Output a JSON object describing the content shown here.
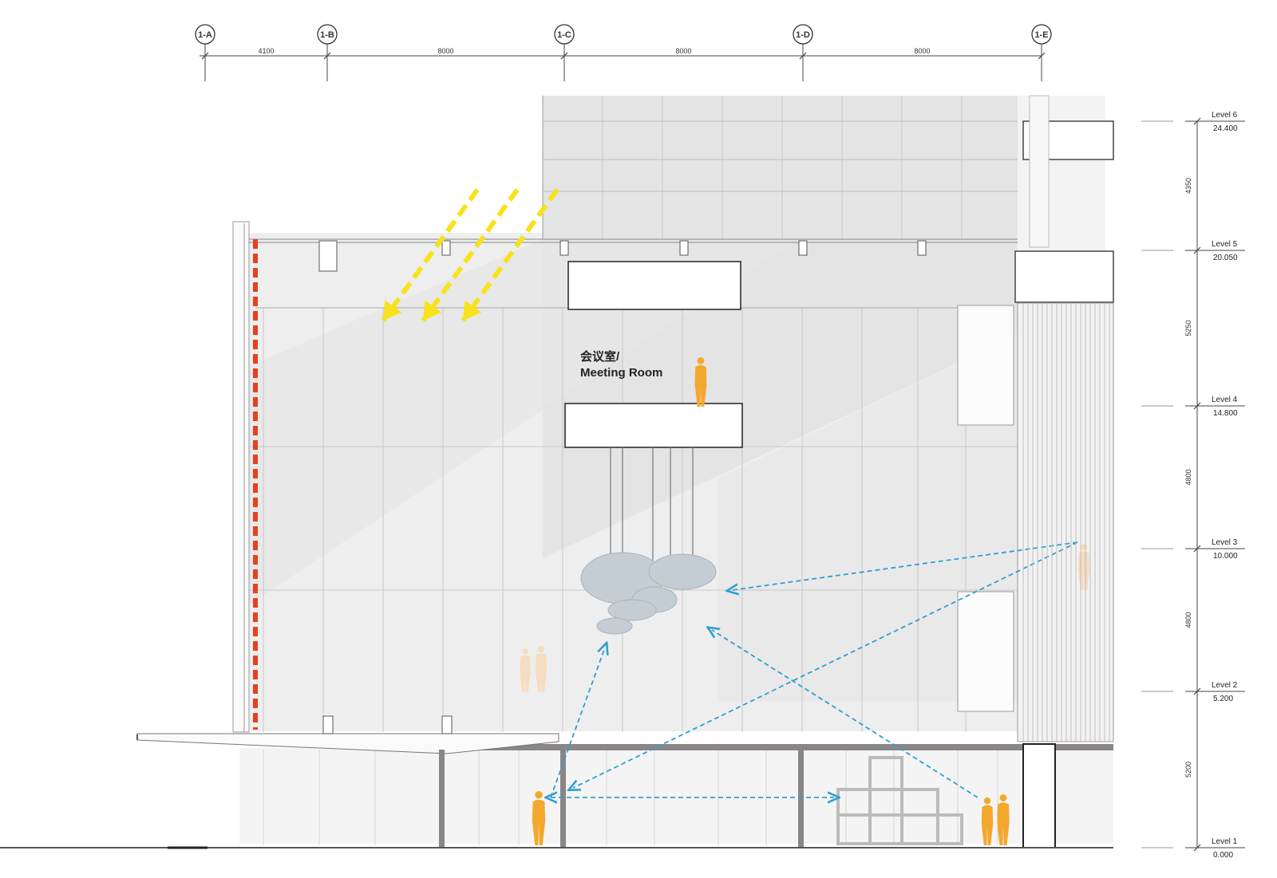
{
  "grid_axes": [
    {
      "id": "1-A",
      "label": "1-A"
    },
    {
      "id": "1-B",
      "label": "1-B"
    },
    {
      "id": "1-C",
      "label": "1-C"
    },
    {
      "id": "1-D",
      "label": "1-D"
    },
    {
      "id": "1-E",
      "label": "1-E"
    }
  ],
  "grid_spacings": [
    "4100",
    "8000",
    "8000",
    "8000"
  ],
  "levels": [
    {
      "name": "Level 6",
      "elevation": "24.400"
    },
    {
      "name": "Level 5",
      "elevation": "20.050"
    },
    {
      "name": "Level 4",
      "elevation": "14.800"
    },
    {
      "name": "Level 3",
      "elevation": "10.000"
    },
    {
      "name": "Level 2",
      "elevation": "5.200"
    },
    {
      "name": "Level 1",
      "elevation": "0.000"
    }
  ],
  "level_heights": [
    "4350",
    "5250",
    "4800",
    "4800",
    "5200"
  ],
  "room": {
    "name_cn": "会议室/",
    "name_en": "Meeting Room"
  },
  "colors": {
    "sun_arrow": "#f7e21c",
    "view_arrow": "#2f9fd0",
    "person": "#f3a82c",
    "person_faded": "#f6dcc0",
    "fire_stair": "#e8401c",
    "glass": "#eeeeee",
    "glass_shade": "#e3e3e3",
    "mullion": "#c8c8c8",
    "structure": "#8a8586",
    "sculpture": "#c4cdd3"
  }
}
